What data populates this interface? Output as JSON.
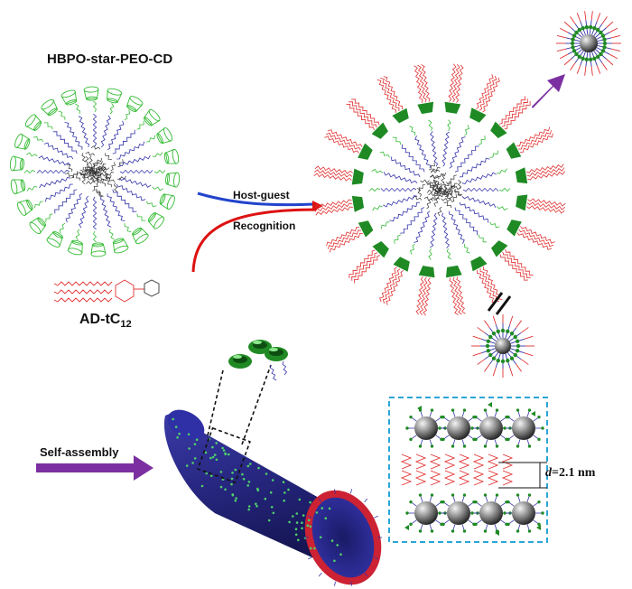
{
  "labels": {
    "polymer": "HBPO-star-PEO-CD",
    "guest_base": "AD-tC",
    "guest_sub": "12",
    "arrow_top": "Host-guest",
    "arrow_bottom": "Recognition",
    "self_assembly": "Self-assembly",
    "spacing_var": "d",
    "spacing_value": "=2.1 nm"
  },
  "colors": {
    "cd_ring": "#33bb33",
    "cd_solid": "#1f8a24",
    "peo_chain": "#3333aa",
    "core_chain": "#333333",
    "alkyl_tail": "#e03030",
    "host_guest_arrow_blue": "#2244cc",
    "host_guest_arrow_red": "#dd1111",
    "purple_arrow": "#7b2fa0",
    "tube_body": "#2a2a8c",
    "tube_rim": "#cc2233",
    "tube_dot": "#4fd06a",
    "inset_border": "#2aa6d6",
    "sphere": "#555555"
  },
  "icons": [
    "cyclodextrin-icon",
    "sphere-core-icon",
    "nanotube-icon"
  ]
}
